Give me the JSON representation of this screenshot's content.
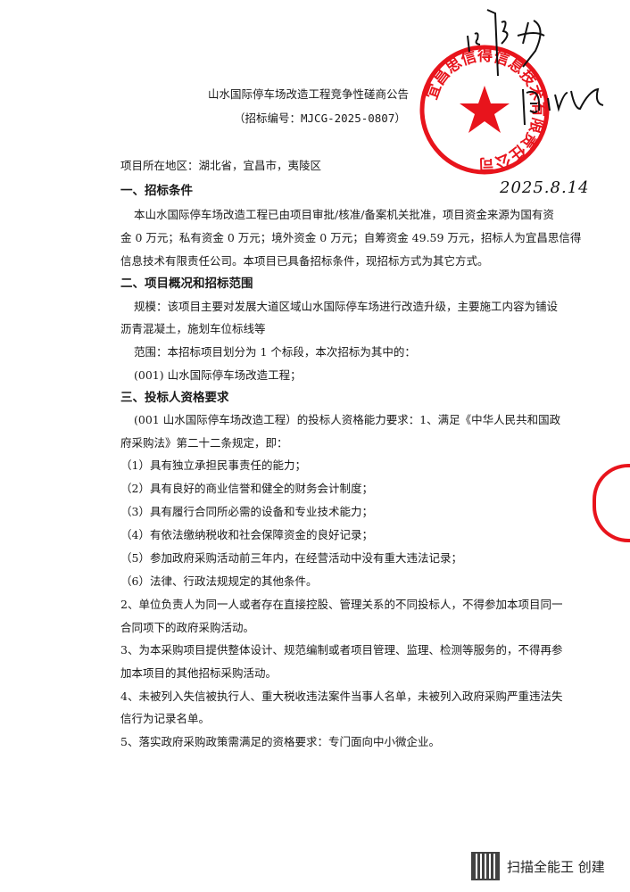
{
  "document": {
    "title": "山水国际停车场改造工程竞争性磋商公告",
    "tender_number": "（招标编号：MJCG-2025-0807）",
    "lines": [
      {
        "text": "项目所在地区：湖北省，宜昌市，夷陵区",
        "type": "text",
        "indent": 0
      },
      {
        "text": "一、招标条件",
        "type": "heading",
        "indent": 0
      },
      {
        "text": "本山水国际停车场改造工程已由项目审批/核准/备案机关批准，项目资金来源为国有资",
        "type": "text",
        "indent": 1
      },
      {
        "text": "金 0 万元；私有资金 0 万元；境外资金 0 万元；自筹资金 49.59 万元，招标人为宜昌思信得",
        "type": "text",
        "indent": 0
      },
      {
        "text": "信息技术有限责任公司。本项目已具备招标条件，现招标方式为其它方式。",
        "type": "text",
        "indent": 0
      },
      {
        "text": "二、项目概况和招标范围",
        "type": "heading",
        "indent": 0
      },
      {
        "text": "规模：该项目主要对发展大道区域山水国际停车场进行改造升级，主要施工内容为铺设",
        "type": "text",
        "indent": 1
      },
      {
        "text": "沥青混凝土，施划车位标线等",
        "type": "text",
        "indent": 0
      },
      {
        "text": "范围：本招标项目划分为 1 个标段，本次招标为其中的：",
        "type": "text",
        "indent": 1
      },
      {
        "text": "(001) 山水国际停车场改造工程；",
        "type": "text",
        "indent": 1
      },
      {
        "text": "三、投标人资格要求",
        "type": "heading",
        "indent": 0
      },
      {
        "text": "(001 山水国际停车场改造工程）的投标人资格能力要求：1、满足《中华人民共和国政",
        "type": "text",
        "indent": 1
      },
      {
        "text": "府采购法》第二十二条规定，即：",
        "type": "text",
        "indent": 0
      },
      {
        "text": "（1）具有独立承担民事责任的能力；",
        "type": "text",
        "indent": 0
      },
      {
        "text": "（2）具有良好的商业信誉和健全的财务会计制度；",
        "type": "text",
        "indent": 0
      },
      {
        "text": "（3）具有履行合同所必需的设备和专业技术能力；",
        "type": "text",
        "indent": 0
      },
      {
        "text": "（4）有依法缴纳税收和社会保障资金的良好记录；",
        "type": "text",
        "indent": 0
      },
      {
        "text": "（5）参加政府采购活动前三年内，在经营活动中没有重大违法记录；",
        "type": "text",
        "indent": 0
      },
      {
        "text": "（6）法律、行政法规规定的其他条件。",
        "type": "text",
        "indent": 0
      },
      {
        "text": "2、单位负责人为同一人或者存在直接控股、管理关系的不同投标人，不得参加本项目同一",
        "type": "text",
        "indent": 0
      },
      {
        "text": "合同项下的政府采购活动。",
        "type": "text",
        "indent": 0
      },
      {
        "text": "3、为本采购项目提供整体设计、规范编制或者项目管理、监理、检测等服务的，不得再参",
        "type": "text",
        "indent": 0
      },
      {
        "text": "加本项目的其他招标采购活动。",
        "type": "text",
        "indent": 0
      },
      {
        "text": "4、未被列入失信被执行人、重大税收违法案件当事人名单，未被列入政府采购严重违法失",
        "type": "text",
        "indent": 0
      },
      {
        "text": "信行为记录名单。",
        "type": "text",
        "indent": 0
      },
      {
        "text": "5、落实政府采购政策需满足的资格要求：专门面向中小微企业。",
        "type": "text",
        "indent": 0
      }
    ]
  },
  "stamp": {
    "text": "宜昌思信得信息技术有限责任公司",
    "color": "#e8141c"
  },
  "signature": {
    "date": "2025.8.14"
  },
  "footer": {
    "label": "扫描全能王 创建"
  }
}
